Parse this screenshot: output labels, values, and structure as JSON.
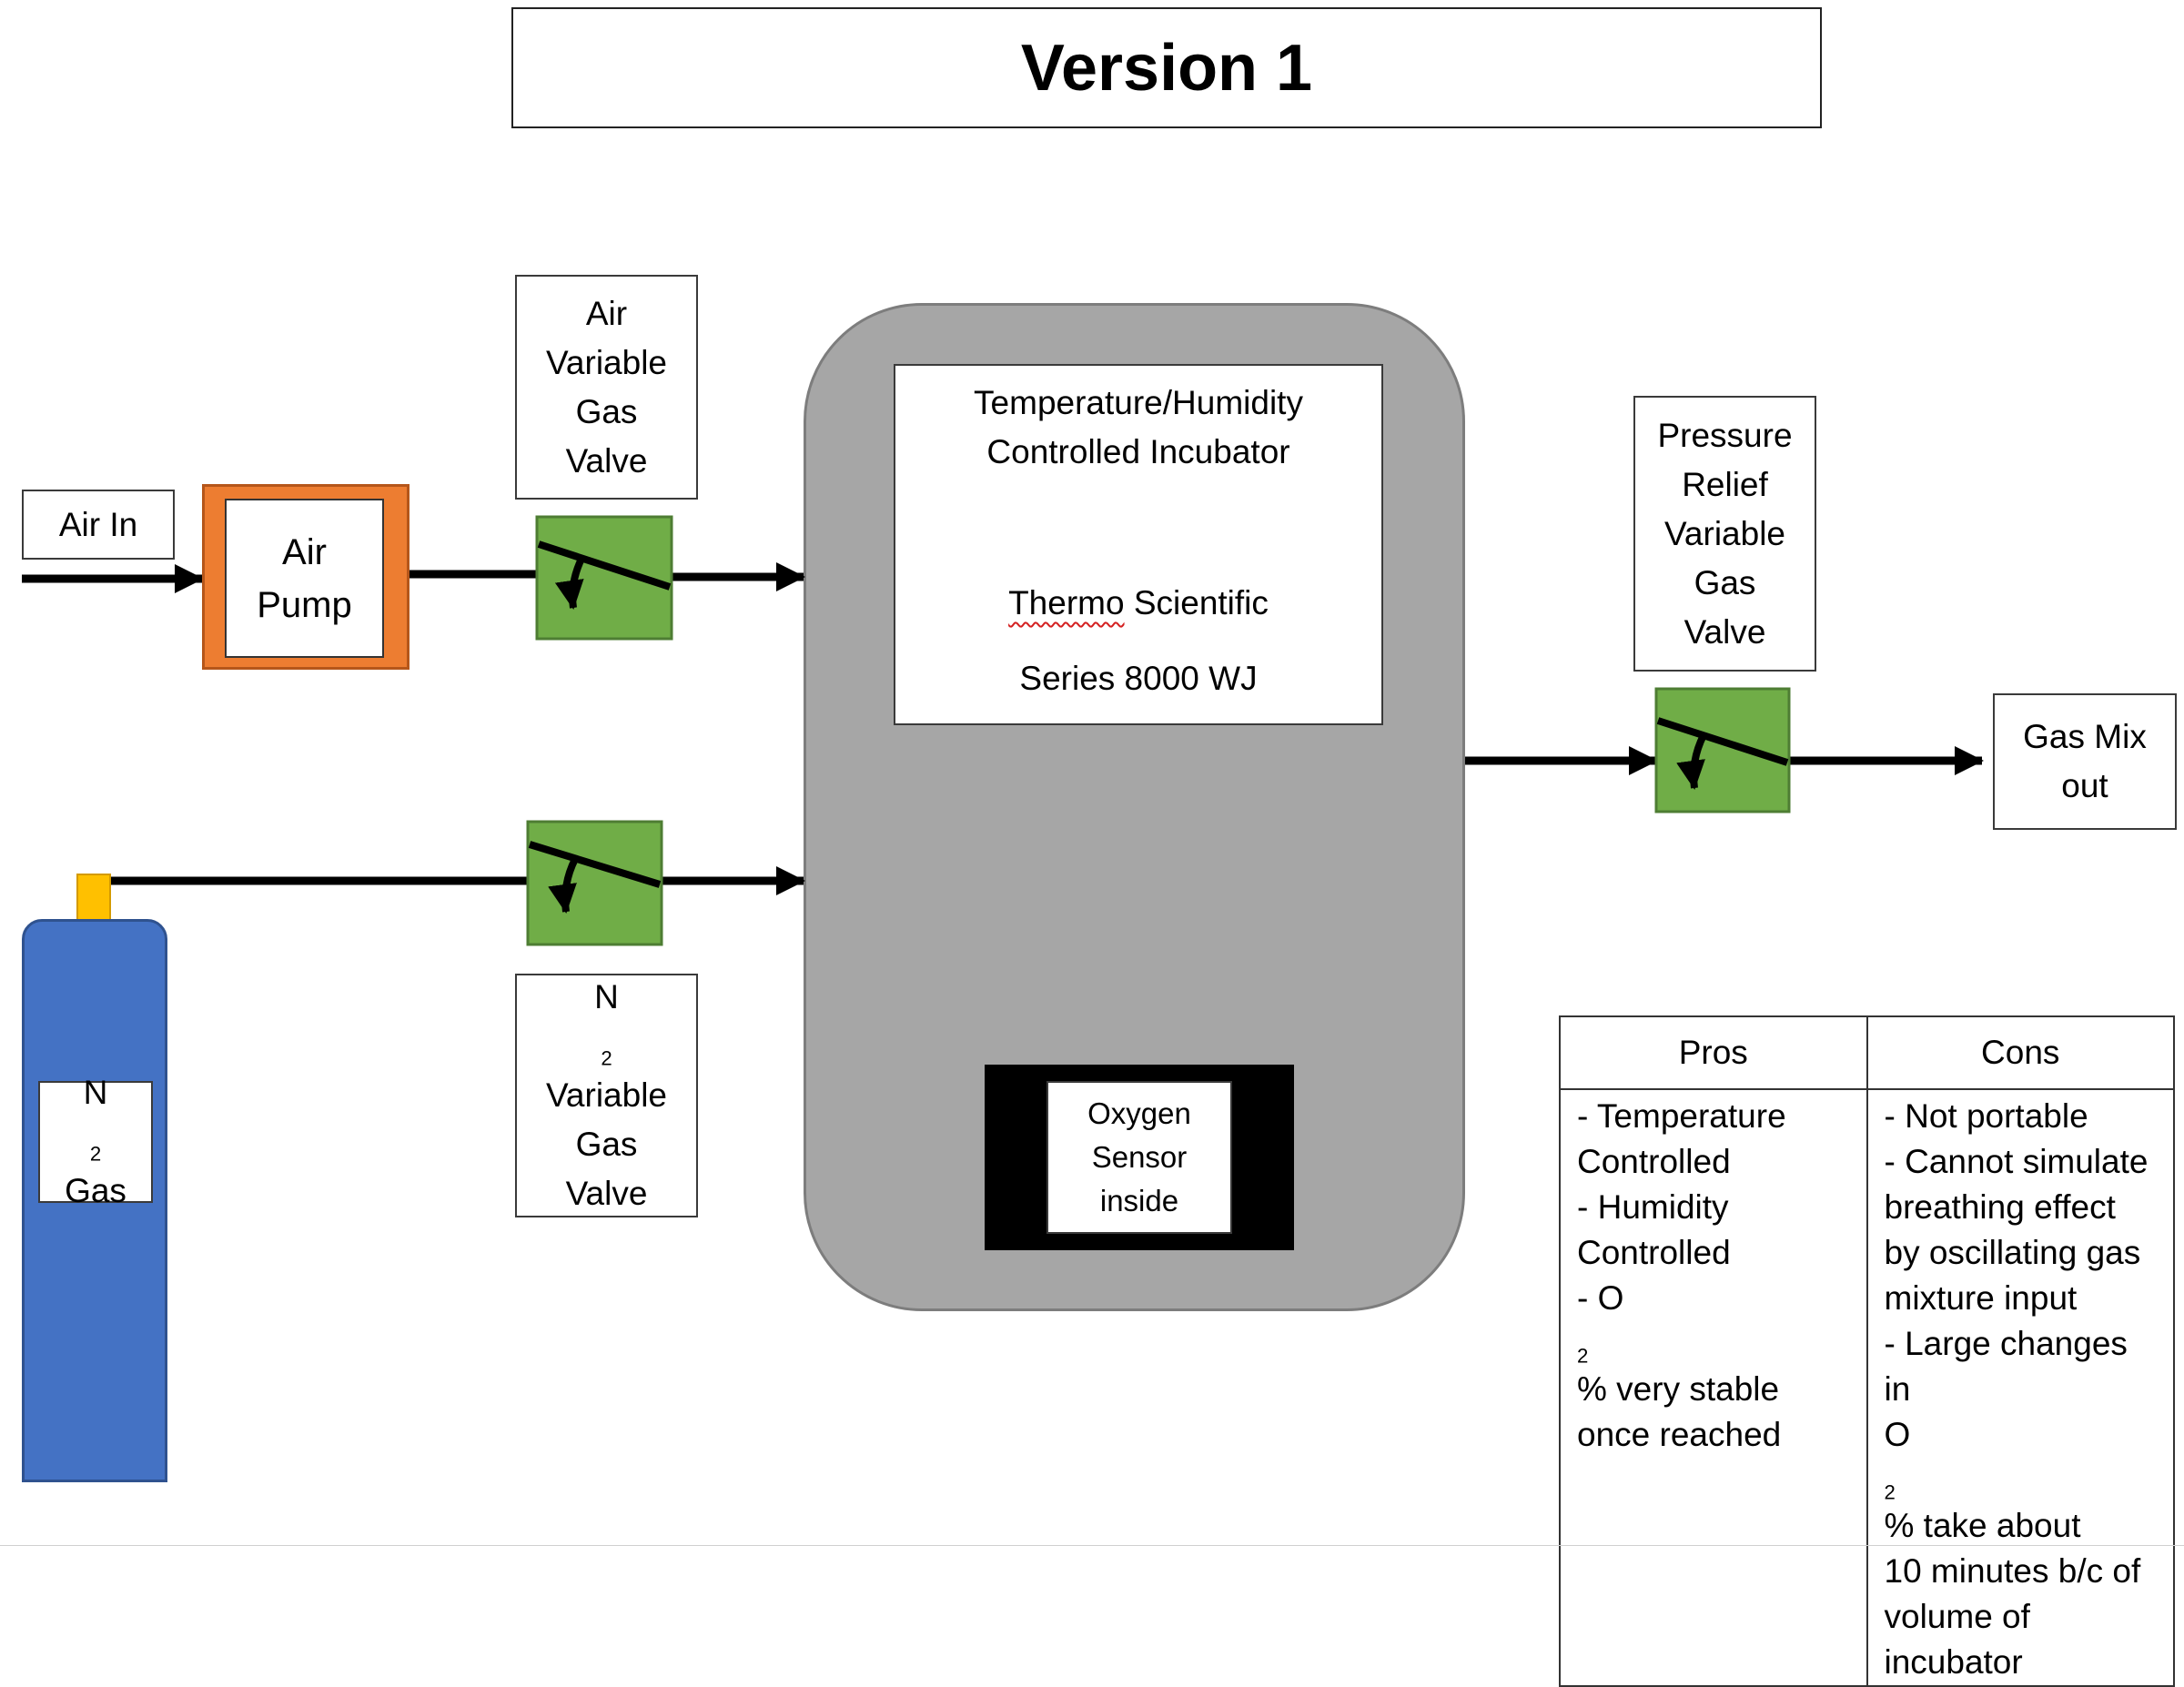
{
  "title": "Version 1",
  "air_in": "Air In",
  "air_pump": [
    "Air",
    "Pump"
  ],
  "air_valve_label": [
    "Air",
    "Variable",
    "Gas",
    "Valve"
  ],
  "n2_valve_label": {
    "gas": "N",
    "sub": "2",
    "rest": [
      "Variable",
      "Gas",
      "Valve"
    ]
  },
  "incubator": {
    "line1": "Temperature/Humidity",
    "line2": "Controlled Incubator",
    "brand_a": "Thermo",
    "brand_b": " Scientific",
    "series": "Series 8000 WJ"
  },
  "oxygen_sensor": [
    "Oxygen",
    "Sensor",
    "inside"
  ],
  "relief_valve_label": [
    "Pressure",
    "Relief",
    "Variable",
    "Gas",
    "Valve"
  ],
  "gas_mix_out": [
    "Gas Mix",
    "out"
  ],
  "n2_cylinder": {
    "gas": "N",
    "sub": "2",
    "word": "Gas"
  },
  "table": {
    "headers": [
      "Pros",
      "Cons"
    ],
    "pros": [
      "- Temperature",
      "Controlled",
      "- Humidity",
      "Controlled",
      {
        "pre": "- O",
        "sub": "2",
        "post": " % very stable"
      },
      "once reached"
    ],
    "cons": [
      "- Not portable",
      "- Cannot simulate",
      "breathing effect",
      "by oscillating gas",
      "mixture input",
      "- Large changes in",
      {
        "pre": "O",
        "sub": "2",
        "post": " % take about"
      },
      "10 minutes b/c of",
      "volume of",
      "incubator"
    ]
  },
  "colors": {
    "pump": "#ed7d31",
    "valve": "#70ad47",
    "cylinder": "#4472c4",
    "cylinder_valve": "#ffc000",
    "incubator": "#a6a6a6"
  }
}
